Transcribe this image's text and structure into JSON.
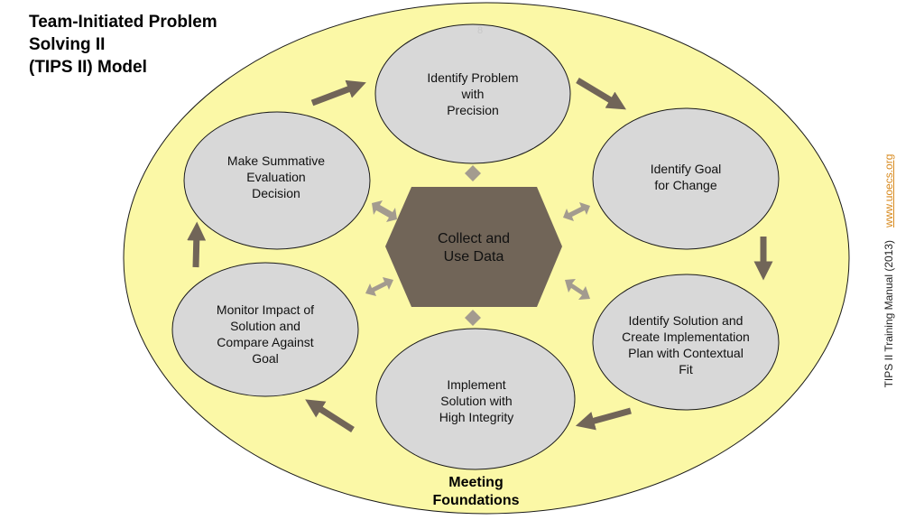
{
  "title": {
    "line1": "Team-Initiated Problem",
    "line2": "Solving II",
    "line3": "(TIPS II) Model"
  },
  "slide_number": "8",
  "center": {
    "line1": "Collect and",
    "line2": "Use Data"
  },
  "steps": [
    {
      "lines": [
        "Identify Problem",
        "with",
        "Precision"
      ]
    },
    {
      "lines": [
        "Identify Goal",
        "for Change"
      ]
    },
    {
      "lines": [
        "Identify Solution and",
        "Create Implementation",
        "Plan with Contextual",
        "Fit"
      ]
    },
    {
      "lines": [
        "Implement",
        "Solution with",
        "High Integrity"
      ]
    },
    {
      "lines": [
        "Monitor Impact of",
        "Solution and",
        "Compare Against",
        "Goal"
      ]
    },
    {
      "lines": [
        "Make Summative",
        "Evaluation",
        "Decision"
      ]
    }
  ],
  "foundation": {
    "line1": "Meeting",
    "line2": "Foundations"
  },
  "citation": "TIPS II Training Manual (2013)",
  "link": "www.uoecs.org",
  "colors": {
    "outer_ellipse": "#fbf8a6",
    "circle_fill": "#d8d8d8",
    "hexagon": "#716558",
    "cycle_arrow": "#716558",
    "double_arrow": "#a39b8f",
    "link": "#d88a1e"
  }
}
